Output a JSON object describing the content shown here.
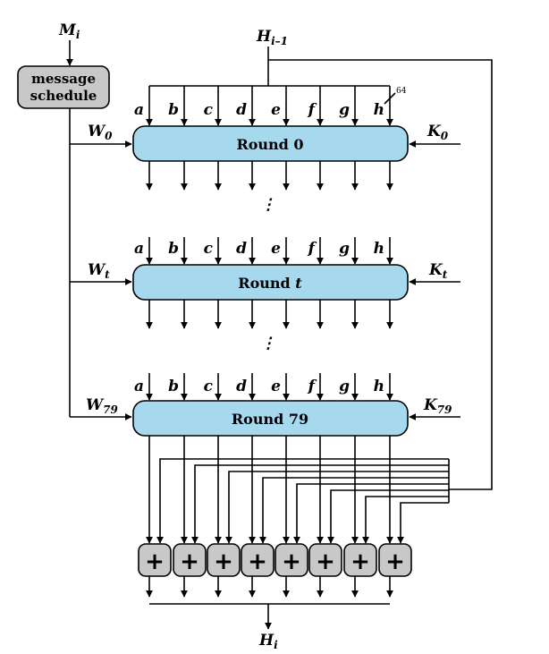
{
  "input_label": {
    "base": "M",
    "sub": "i"
  },
  "prev_hash": {
    "base": "H",
    "sub": "i–1"
  },
  "output_label": {
    "base": "H",
    "sub": "i"
  },
  "message_schedule": {
    "line1": "message",
    "line2": "schedule"
  },
  "bit_width": "64",
  "registers": [
    "a",
    "b",
    "c",
    "d",
    "e",
    "f",
    "g",
    "h"
  ],
  "ellipsis": "⋮",
  "adder_symbol": "+",
  "rounds": [
    {
      "w_base": "W",
      "w_sub": "0",
      "k_base": "K",
      "k_sub": "0",
      "name": "Round 0"
    },
    {
      "w_base": "W",
      "w_sub": "t",
      "k_base": "K",
      "k_sub": "t",
      "name_prefix": "Round ",
      "name_var": "t"
    },
    {
      "w_base": "W",
      "w_sub": "79",
      "k_base": "K",
      "k_sub": "79",
      "name": "Round 79"
    }
  ],
  "colors": {
    "round_fill": "#a6d9ee",
    "schedule_fill": "#c8c8c8",
    "adder_fill": "#c8c8c8",
    "stroke": "#000000"
  }
}
